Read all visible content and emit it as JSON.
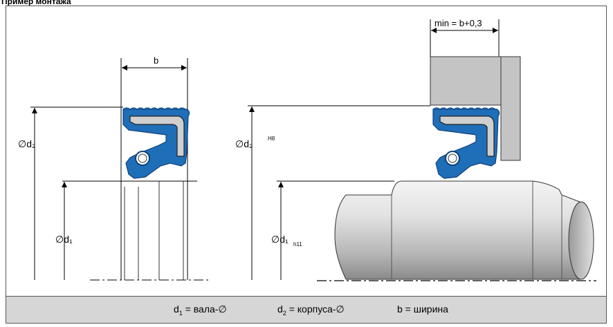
{
  "heading": "Пример монтажа",
  "labels": {
    "b": "b",
    "d2_left": "∅d₂",
    "d1_left": "∅d₁",
    "d2_right": "∅d₂",
    "d2_right_sup": "H8",
    "d1_right": "∅d₁",
    "d1_right_sub": "h11",
    "min_formula": "min = b+0,3"
  },
  "legend": {
    "d1_sym": "d",
    "d1_sub": "1",
    "d1_text": " = вала-∅",
    "d2_sym": "d",
    "d2_sub": "2",
    "d2_text": " = корпуса-∅",
    "b_text": "b = ширина"
  },
  "colors": {
    "seal_blue": "#1f6fb8",
    "seal_dark": "#0d3f7a",
    "insert_grey": "#cfcfcf",
    "housing_grey": "#c4c4c4",
    "shaft_light": "#e8e8e8",
    "shaft_dark": "#8a8a8a",
    "footer": "#d6d6d6"
  }
}
